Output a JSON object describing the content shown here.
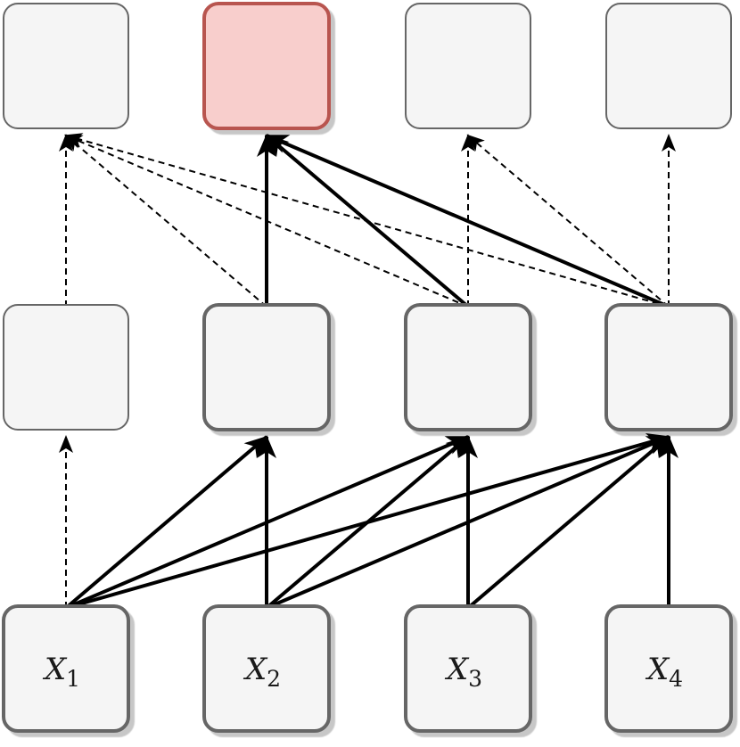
{
  "colors": {
    "node_fill": "#f5f5f5",
    "node_stroke": "#666666",
    "highlight_fill": "#f8cecc",
    "highlight_stroke": "#b85450",
    "edge": "#000000"
  },
  "layers": {
    "output": [
      {
        "id": "o1",
        "label": "",
        "highlighted": false,
        "bold": false
      },
      {
        "id": "o2",
        "label": "",
        "highlighted": true,
        "bold": true
      },
      {
        "id": "o3",
        "label": "",
        "highlighted": false,
        "bold": false
      },
      {
        "id": "o4",
        "label": "",
        "highlighted": false,
        "bold": false
      }
    ],
    "hidden": [
      {
        "id": "h1",
        "label": "",
        "highlighted": false,
        "bold": false
      },
      {
        "id": "h2",
        "label": "",
        "highlighted": false,
        "bold": true
      },
      {
        "id": "h3",
        "label": "",
        "highlighted": false,
        "bold": true
      },
      {
        "id": "h4",
        "label": "",
        "highlighted": false,
        "bold": true
      }
    ],
    "input": [
      {
        "id": "x1",
        "label": "X",
        "sub": "1",
        "highlighted": false,
        "bold": true
      },
      {
        "id": "x2",
        "label": "X",
        "sub": "2",
        "highlighted": false,
        "bold": true
      },
      {
        "id": "x3",
        "label": "X",
        "sub": "3",
        "highlighted": false,
        "bold": true
      },
      {
        "id": "x4",
        "label": "X",
        "sub": "4",
        "highlighted": false,
        "bold": true
      }
    ]
  },
  "edges": [
    {
      "from": "x1",
      "to": "h1",
      "style": "dashed"
    },
    {
      "from": "x1",
      "to": "h2",
      "style": "solid"
    },
    {
      "from": "x1",
      "to": "h3",
      "style": "solid"
    },
    {
      "from": "x1",
      "to": "h4",
      "style": "solid"
    },
    {
      "from": "x2",
      "to": "h2",
      "style": "solid"
    },
    {
      "from": "x2",
      "to": "h3",
      "style": "solid"
    },
    {
      "from": "x2",
      "to": "h4",
      "style": "solid"
    },
    {
      "from": "x3",
      "to": "h3",
      "style": "solid"
    },
    {
      "from": "x3",
      "to": "h4",
      "style": "solid"
    },
    {
      "from": "x4",
      "to": "h4",
      "style": "solid"
    },
    {
      "from": "h1",
      "to": "o1",
      "style": "dashed"
    },
    {
      "from": "h2",
      "to": "o1",
      "style": "dashed"
    },
    {
      "from": "h3",
      "to": "o1",
      "style": "dashed"
    },
    {
      "from": "h4",
      "to": "o1",
      "style": "dashed"
    },
    {
      "from": "h2",
      "to": "o2",
      "style": "solid"
    },
    {
      "from": "h3",
      "to": "o2",
      "style": "solid"
    },
    {
      "from": "h4",
      "to": "o2",
      "style": "solid"
    },
    {
      "from": "h3",
      "to": "o3",
      "style": "dashed"
    },
    {
      "from": "h4",
      "to": "o3",
      "style": "dashed"
    },
    {
      "from": "h4",
      "to": "o4",
      "style": "dashed"
    }
  ]
}
